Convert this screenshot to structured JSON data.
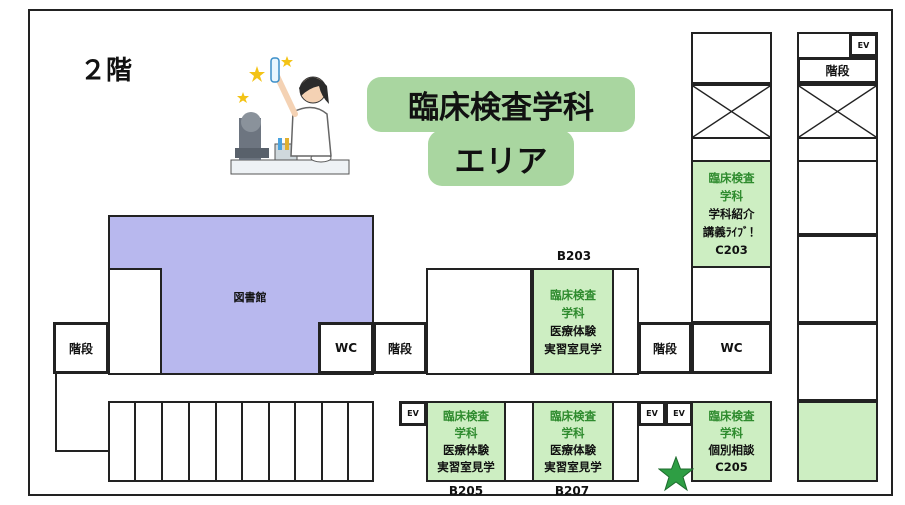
{
  "floor_label": "２階",
  "area_title": {
    "line1": "臨床検査学科",
    "line2": "エリア"
  },
  "library": "図書館",
  "stairs": "階段",
  "wc": "WC",
  "ev": "EV",
  "rooms": {
    "b203": {
      "code": "B203",
      "dept": [
        "臨床検査",
        "学科"
      ],
      "desc": [
        "医療体験",
        "実習室見学"
      ]
    },
    "b205": {
      "code": "B205",
      "dept": [
        "臨床検査",
        "学科"
      ],
      "desc": [
        "医療体験",
        "実習室見学"
      ]
    },
    "b207": {
      "code": "B207",
      "dept": [
        "臨床検査",
        "学科"
      ],
      "desc": [
        "医療体験",
        "実習室見学"
      ]
    },
    "c203": {
      "code": "C203",
      "dept": [
        "臨床検査",
        "学科"
      ],
      "desc": [
        "学科紹介",
        "講義ﾗｲﾌﾞ！"
      ]
    },
    "c205": {
      "code": "C205",
      "dept": [
        "臨床検査",
        "学科"
      ],
      "desc": [
        "個別相談"
      ]
    }
  },
  "colors": {
    "room_highlight": "#cdeec2",
    "library": "#b8b8ee",
    "badge": "#a9d6a0",
    "current_location_star": "#2e9e44",
    "dept_text": "#2e8b2e"
  },
  "icons": [
    "scientist-illustration",
    "current-location-star-icon"
  ]
}
